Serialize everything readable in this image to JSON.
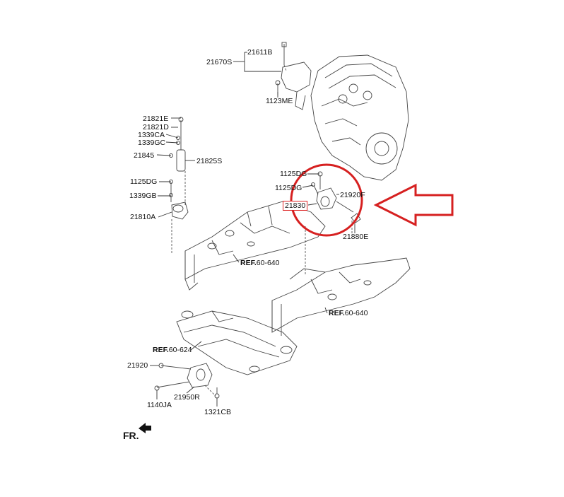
{
  "parts": {
    "p21611B": "21611B",
    "p21670S": "21670S",
    "p1123ME": "1123ME",
    "p21821E": "21821E",
    "p21821D": "21821D",
    "p1339CA": "1339CA",
    "p1339GC": "1339GC",
    "p21845": "21845",
    "p21825S": "21825S",
    "p1125DG_left": "1125DG",
    "p1339GB": "1339GB",
    "p21810A": "21810A",
    "p1125DG_top": "1125DG",
    "p1125DG_mid": "1125DG",
    "p21920F": "21920F",
    "p21830": "21830",
    "p21880E": "21880E",
    "p21920": "21920",
    "p1140JA": "1140JA",
    "p21950R": "21950R",
    "p1321CB": "1321CB"
  },
  "refs": {
    "ref1_bold": "REF.",
    "ref1_num": "60-640",
    "ref2_bold": "REF.",
    "ref2_num": "60-640",
    "ref3_bold": "REF.",
    "ref3_num": "60-624"
  },
  "direction": {
    "label": "FR."
  },
  "colors": {
    "highlight": "#d62020",
    "lines": "#333333"
  }
}
